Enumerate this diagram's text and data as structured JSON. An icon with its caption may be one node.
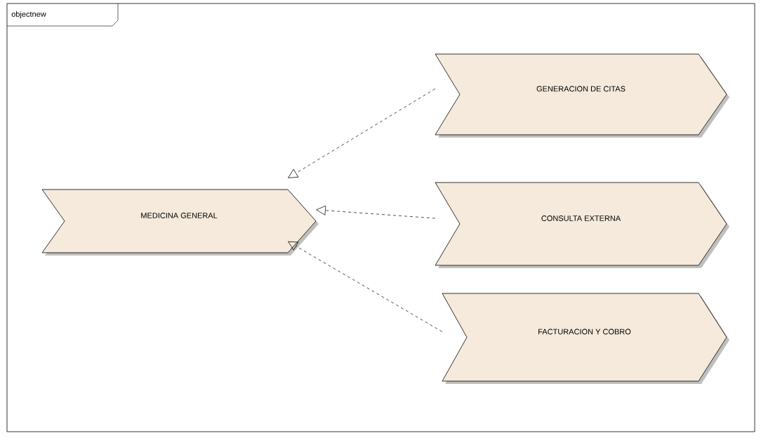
{
  "diagram": {
    "nodes": [
      {
        "text": [
          "objectnew"
        ]
      },
      {
        "text": [
          "MEDICINA GENERAL"
        ],
        "in": 0
      },
      {
        "text": [
          "GENERACION DE CITAS"
        ],
        "in": 0
      },
      {
        "text": [
          "CONSULTA EXTERNA"
        ],
        "in": 0
      },
      {
        "text": [
          "FACTURACION Y COBRO"
        ],
        "in": 0
      }
    ],
    "edges": [
      {
        "from": 2,
        "to": 1,
        "arrow": "to",
        "style": "dashed"
      },
      {
        "from": 3,
        "to": 1,
        "arrow": "to",
        "style": "dashed"
      },
      {
        "from": 4,
        "to": 1,
        "arrow": "to",
        "style": "dashed"
      }
    ]
  }
}
